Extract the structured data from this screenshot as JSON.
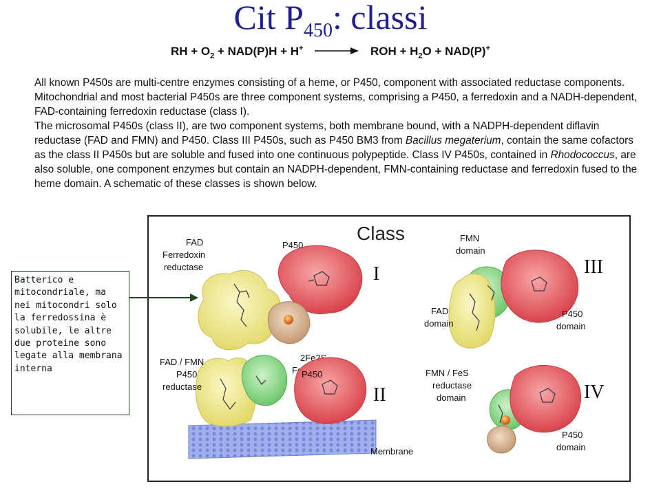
{
  "title": {
    "main": "Cit P",
    "sub": "450",
    "rest": ": classi"
  },
  "equation": {
    "left": [
      {
        "text": "RH + O"
      },
      {
        "sub": "2"
      },
      {
        "text": " + NAD(P)H + H"
      },
      {
        "sup": "+"
      }
    ],
    "right": [
      {
        "text": "ROH + H"
      },
      {
        "sub": "2"
      },
      {
        "text": "O + NAD(P)"
      },
      {
        "sup": "+"
      }
    ]
  },
  "paragraph": {
    "p1": "All known P450s are multi-centre enzymes consisting of a heme, or P450, component with associated reductase components. Mitochondrial and most bacterial P450s are three component systems, comprising a P450, a ferredoxin and a NADH-dependent, FAD-containing ferredoxin reductase (class I).",
    "p2_a": "The microsomal P450s (class II), are two component systems, both membrane bound, with a NADPH-dependent diflavin reductase (FAD and FMN) and P450. Class III P450s, such as P450 BM3 from ",
    "p2_species1": "Bacillus megaterium",
    "p2_b": ", contain the same cofactors as the class II P450s but are soluble and fused into one continuous polypeptide. Class IV P450s, contained in ",
    "p2_species2": "Rhodococcus",
    "p2_c": ", are also soluble, one component enzymes but contain an NADPH-dependent, FMN-containing reductase and ferredoxin fused to the heme domain. A schematic of these classes is shown below."
  },
  "figure": {
    "heading": "Class",
    "class_I": {
      "numeral": "I",
      "fad_label": [
        "FAD",
        "Ferredoxin",
        "reductase"
      ],
      "p450_label": "P450",
      "fe2s_label": [
        "2Fe2S",
        "Ferredoxin"
      ]
    },
    "class_II": {
      "numeral": "II",
      "reductase_label": [
        "FAD / FMN",
        "P450",
        "reductase"
      ],
      "p450_label": "P450",
      "membrane_label": "Membrane"
    },
    "class_III": {
      "numeral": "III",
      "fmn_label": [
        "FMN",
        "domain"
      ],
      "fad_label": [
        "FAD",
        "domain"
      ],
      "p450_label": [
        "P450",
        "domain"
      ]
    },
    "class_IV": {
      "numeral": "IV",
      "reductase_label": [
        "FMN / FeS",
        "reductase",
        "domain"
      ],
      "p450_label": [
        "P450",
        "domain"
      ]
    }
  },
  "note": {
    "text": "Batterico e mitocondriale, ma nei mitocondri solo la ferredossina è solubile, le altre due proteine sono legate alla membrana interna"
  },
  "colors": {
    "title": "#1f1f8f",
    "heme": "#e8555c",
    "reductase": "#f2ec8c",
    "fmn": "#8fd98c",
    "ferredoxin": "#d8b896",
    "membrane": "#8fa0e8",
    "connector": "#1b4a1b"
  }
}
